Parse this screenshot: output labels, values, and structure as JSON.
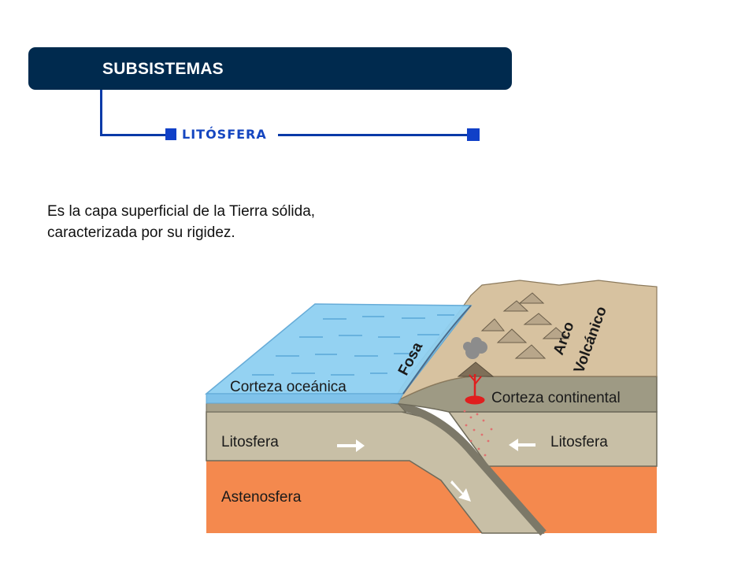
{
  "header": {
    "title": "SUBSISTEMAS"
  },
  "section": {
    "title": "LITÓSFERA"
  },
  "description": {
    "lines": [
      "Es la capa superficial de la Tierra sólida,",
      "caracterizada por su rigidez."
    ]
  },
  "diagram": {
    "labels": {
      "oceanic_crust": "Corteza oceánica",
      "trench": "Fosa",
      "volcanic_arc_line1": "Arco",
      "volcanic_arc_line2": "Volcánico",
      "continental_crust": "Corteza continental",
      "lithosphere_left": "Litosfera",
      "lithosphere_right": "Litosfera",
      "asthenosphere": "Astenosfera"
    },
    "colors": {
      "header": "#002a4e",
      "accent": "#1040c8",
      "ocean": "#8fd0f2",
      "lithosphere": "#c8bfa6",
      "asthenosphere": "#f4894e",
      "continental_crust": "#9e9a84",
      "land": "#d7c2a0",
      "magma": "#e01e1e"
    }
  }
}
